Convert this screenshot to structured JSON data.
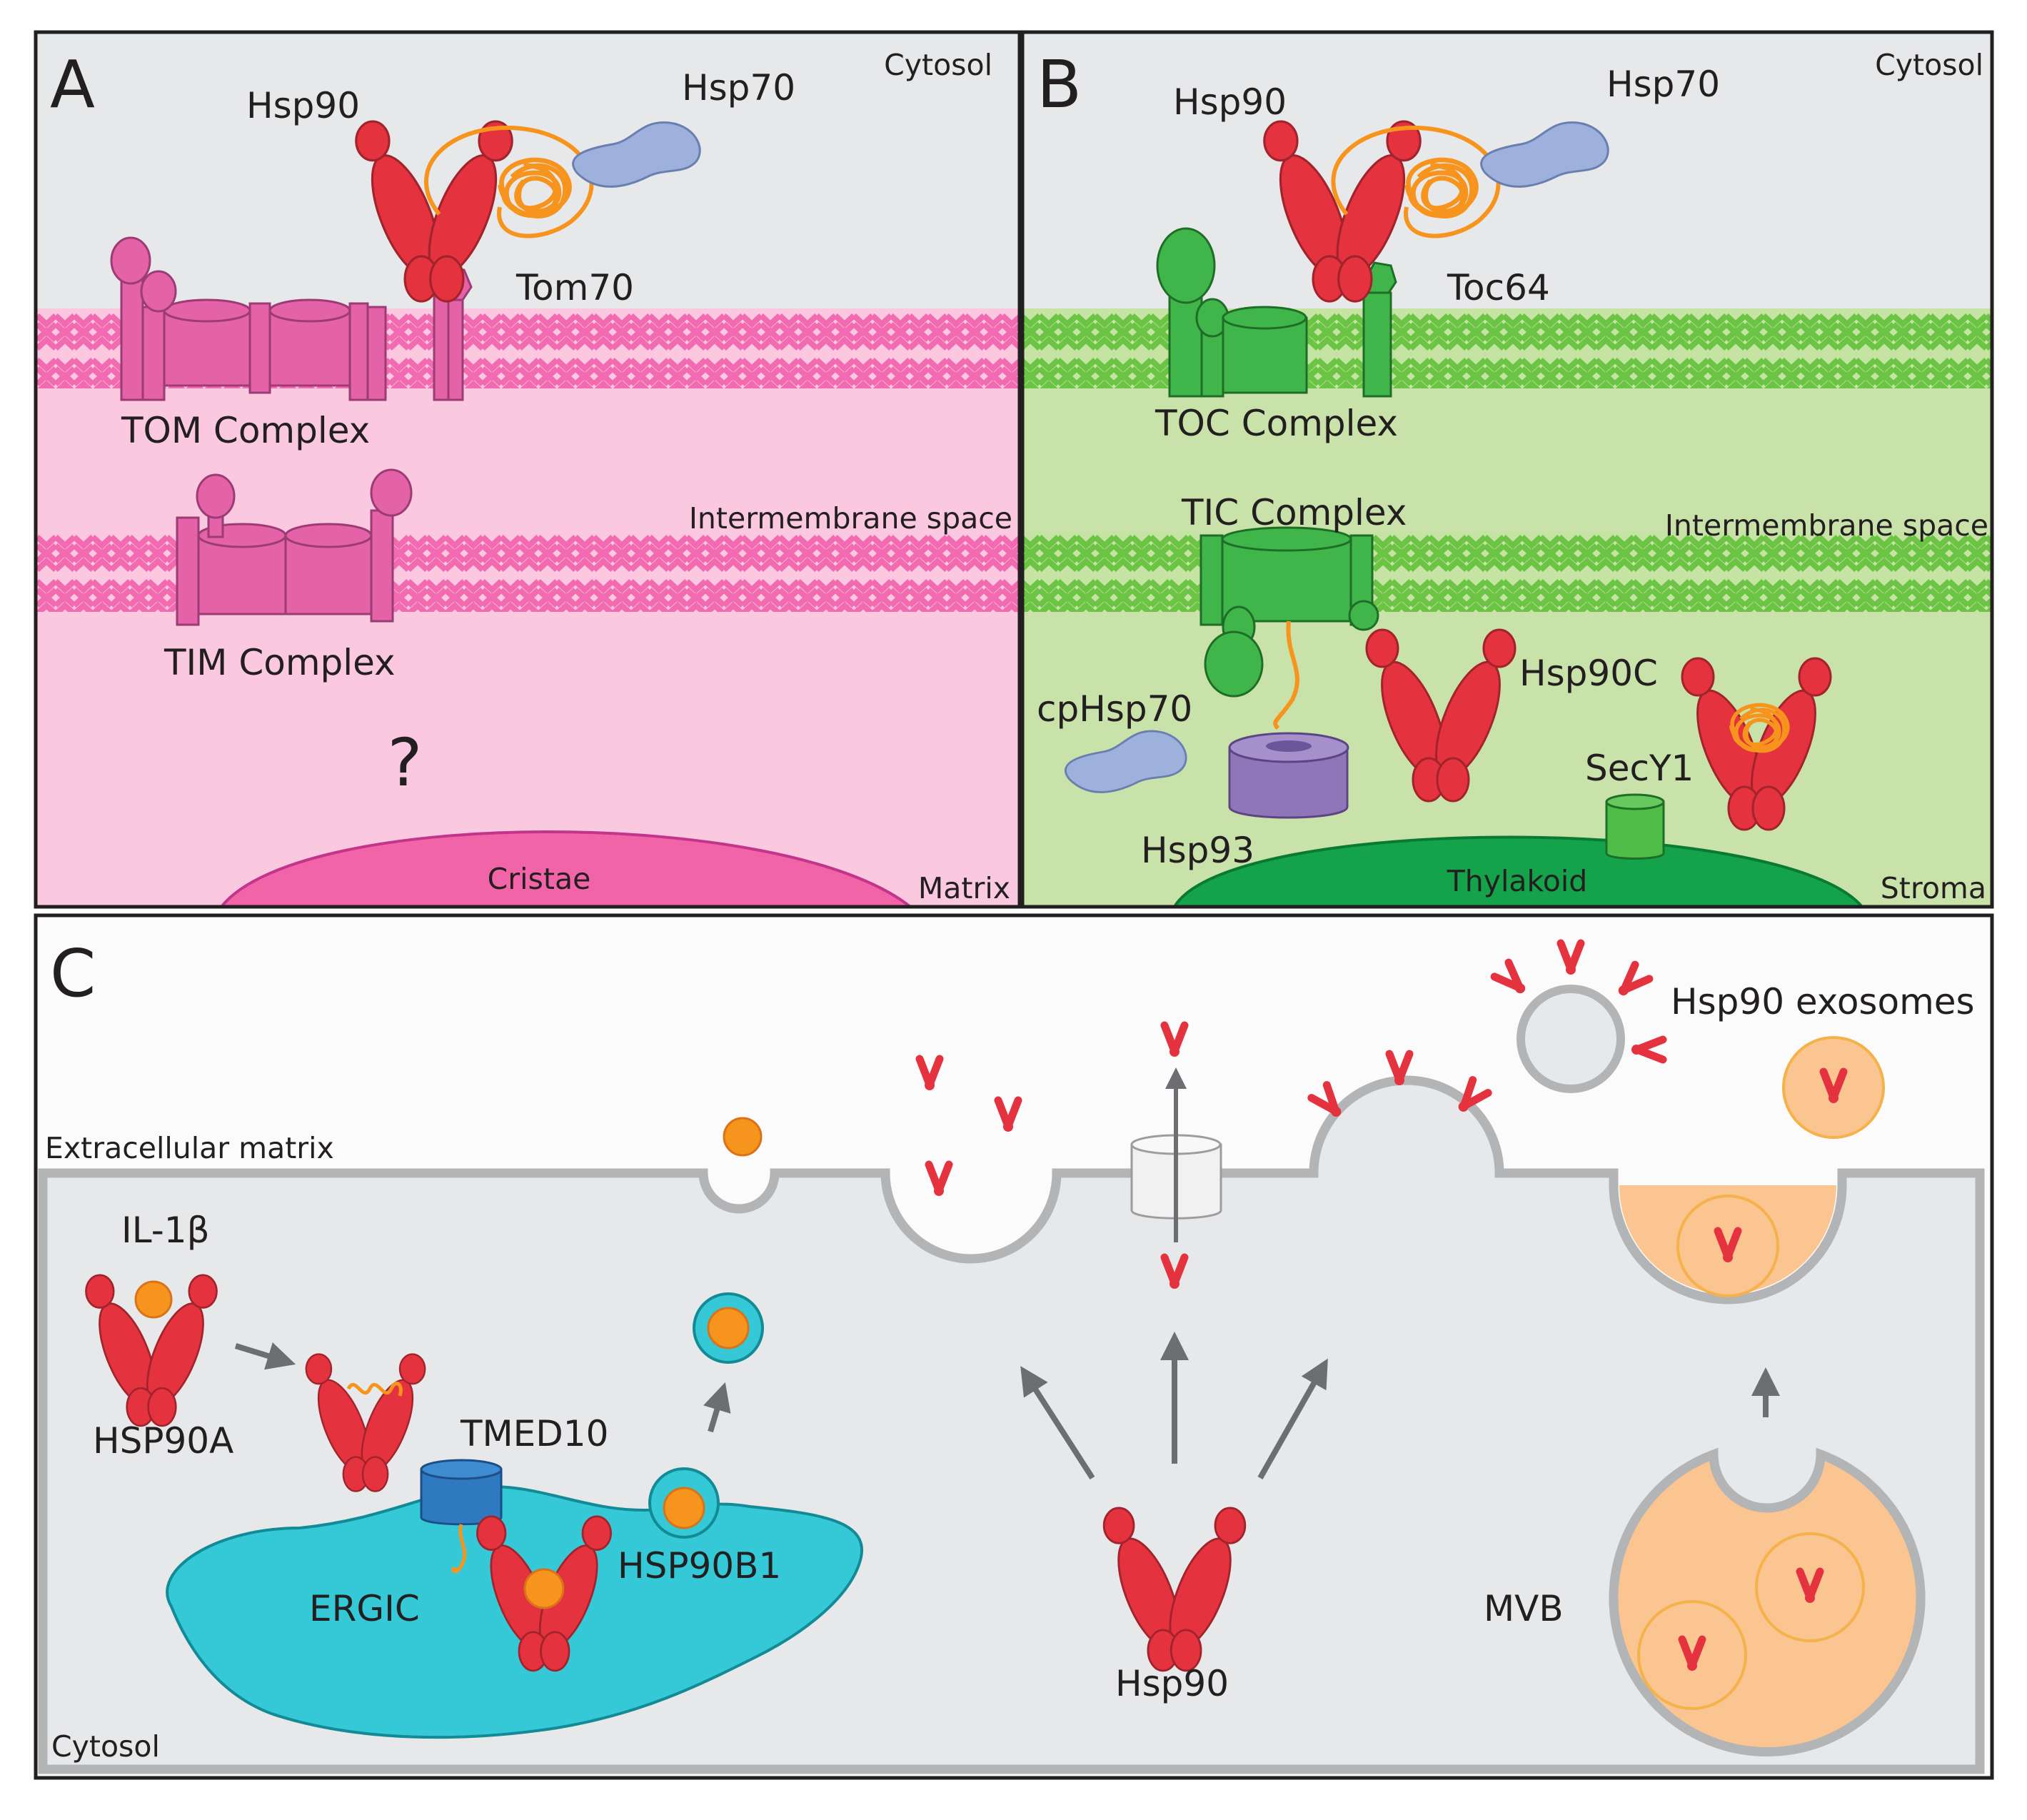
{
  "panels": {
    "a": {
      "letter": "A",
      "cytosol": "Cytosol",
      "hsp90": "Hsp90",
      "hsp70": "Hsp70",
      "tom70": "Tom70",
      "tom_complex": "TOM Complex",
      "intermembrane": "Intermembrane space",
      "tim_complex": "TIM Complex",
      "unknown": "?",
      "cristae": "Cristae",
      "matrix": "Matrix"
    },
    "b": {
      "letter": "B",
      "cytosol": "Cytosol",
      "hsp90": "Hsp90",
      "hsp70": "Hsp70",
      "toc64": "Toc64",
      "toc_complex": "TOC Complex",
      "tic_complex": "TIC Complex",
      "intermembrane": "Intermembrane space",
      "hsp90c": "Hsp90C",
      "cphsp70": "cpHsp70",
      "secy1": "SecY1",
      "hsp93": "Hsp93",
      "thylakoid": "Thylakoid",
      "stroma": "Stroma"
    },
    "c": {
      "letter": "C",
      "exosomes": "Hsp90 exosomes",
      "ecm": "Extracellular matrix",
      "il1b": "IL-1β",
      "hsp90a": "HSP90A",
      "tmed10": "TMED10",
      "hsp90b1": "HSP90B1",
      "ergic": "ERGIC",
      "hsp90": "Hsp90",
      "mvb": "MVB",
      "cytosol": "Cytosol"
    }
  },
  "colors": {
    "hsp90": "#e5323f",
    "hsp70": "#9db1dc",
    "mito_membrane": "#f26ab0",
    "mito_protein": "#e362a8",
    "mito_bg": "#fac9df",
    "cristae": "#f164a8",
    "chloro_membrane": "#6cc445",
    "chloro_protein": "#40b549",
    "chloro_bg": "#c9e2a9",
    "thylakoid": "#14a34a",
    "client": "#f7941d",
    "hsp93": "#8f76b9",
    "ergic": "#35c8d6",
    "tmed10": "#2e79bf",
    "mvb": "#fbc591",
    "cell_border": "#b3b4b6",
    "cytosol_bg": "#e7e8ea"
  }
}
